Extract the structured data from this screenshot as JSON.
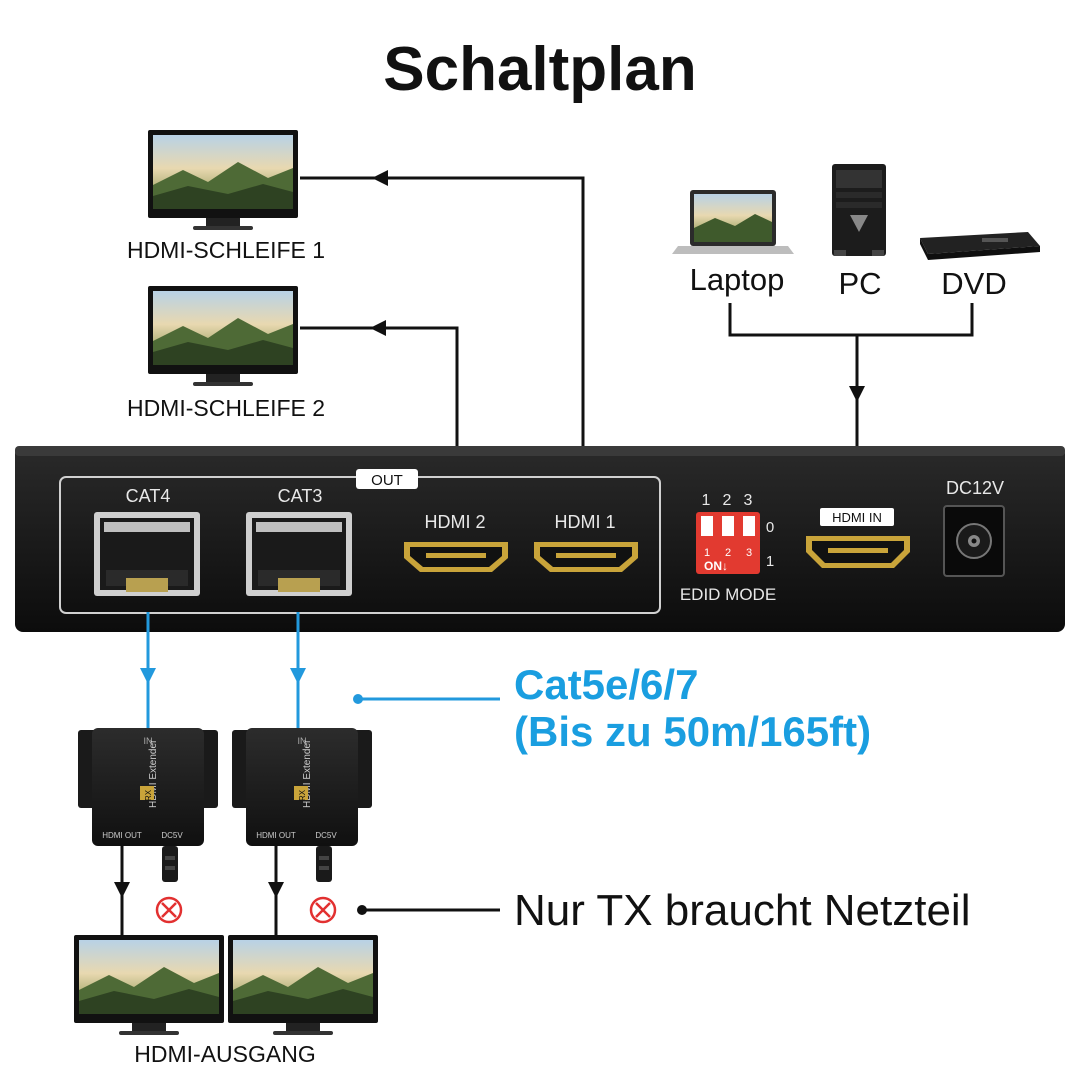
{
  "title": "Schaltplan",
  "loops": [
    {
      "label": "HDMI-SCHLEIFE 1"
    },
    {
      "label": "HDMI-SCHLEIFE 2"
    }
  ],
  "sources": [
    {
      "label": "Laptop",
      "icon": "laptop-icon"
    },
    {
      "label": "PC",
      "icon": "pc-tower-icon"
    },
    {
      "label": "DVD",
      "icon": "dvd-player-icon"
    }
  ],
  "device": {
    "out_badge": "OUT",
    "ports": {
      "cat4": "CAT4",
      "cat3": "CAT3",
      "hdmi2": "HDMI 2",
      "hdmi1": "HDMI 1",
      "hdmi_in": "HDMI IN",
      "dc": "DC12V"
    },
    "dip": {
      "numbers": [
        "1",
        "2",
        "3"
      ],
      "on_label": "ON↓",
      "state_0": "0",
      "state_1": "1",
      "mode_label": "EDID MODE"
    }
  },
  "cable_note": {
    "line1": "Cat5e/6/7",
    "line2": "(Bis zu 50m/165ft)"
  },
  "receiver": {
    "name": "HDMI Extender",
    "badge": "RX",
    "port_out": "HDMI OUT",
    "port_dc": "DC5V"
  },
  "power_note": "Nur TX braucht Netzteil",
  "output_label": "HDMI-AUSGANG",
  "colors": {
    "cable_blue": "#2299dd",
    "note_blue": "#1a9ee0",
    "device_black": "#151515",
    "x_red": "#e23030",
    "hdmi_gold": "#c9a43a"
  }
}
